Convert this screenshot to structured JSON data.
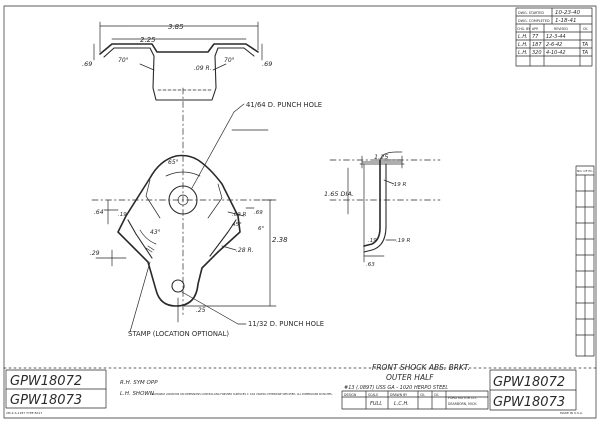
{
  "revision_block": {
    "headers": [
      "DWG. STARTED",
      "DWG. COMPLETED",
      "CHG. BY",
      "APP.",
      "REVISED",
      "CK."
    ],
    "started": "10-23-40",
    "completed": "1-18-41",
    "rows": [
      {
        "by": "L.H.",
        "app": "77",
        "revised": "12-3-44",
        "ck": ""
      },
      {
        "by": "L.H.",
        "app": "187",
        "revised": "2-6-42",
        "ck": "TA"
      },
      {
        "by": "L.H.",
        "app": "320",
        "revised": "4-10-42",
        "ck": "TA"
      }
    ]
  },
  "dims": {
    "overall_width": "3.85",
    "inner_width": "2.25",
    "left_height": ".69",
    "right_height": ".69",
    "angle_left": "70°",
    "angle_right": "70°",
    "radius_center": ".09 R.",
    "hole_top": "41/64 D. PUNCH HOLE",
    "angle_top": "65°",
    "dim_64": ".64",
    "dim_19": ".19",
    "dim_09r": ".09 R",
    "dim_69": ".69",
    "angle_45": "45°",
    "angle_6": "6°",
    "radius_28": ".28 R.",
    "angle_43": "43°",
    "height_238": "2.38",
    "dim_29": ".29",
    "dim_25": ".25",
    "hole_bottom": "11/32 D. PUNCH HOLE",
    "stamp": "STAMP (LOCATION OPTIONAL)",
    "side_width": "1.25",
    "side_dia": "1.65 DIA.",
    "side_r_top": ".19 R",
    "side_r_inner": ".19",
    "side_r_bottom": ".19 R",
    "side_bottom": ".63"
  },
  "title_block": {
    "part_title": "FRONT SHOCK ABS. BRKT.",
    "part_sub": "OUTER HALF",
    "material": "#13 (.0897) USS GA - 1020 HERPO STEEL",
    "headers": [
      "DESIGN",
      "SCALE",
      "DRAWN BY",
      "CK.",
      "CK."
    ],
    "scale": "FULL",
    "drawn_by": "L.C.H.",
    "company": "FORD MOTOR CO.",
    "company_sub": "DEARBORN, MICH.",
    "part_no_1": "GPW18072",
    "part_no_2": "GPW18073"
  },
  "notes": {
    "rh_note": "R.H. SYM OPP",
    "lh_note": "L.H. SHOWN",
    "fine_print": "ALLOWABLE VARIATION ON DIMENSIONS CONTROLLING FINISHED SURFACES ± 1/64 UNLESS OTHERWISE SPECIFIED. ALL DIMENSIONS IN INCHES.",
    "bottom_left_tag": "2M-2-S-1187 TYPE 8X17",
    "made_in": "MADE IN U.S.A.",
    "left_part_1": "GPW18072",
    "left_part_2": "GPW18073"
  },
  "right_strip": {
    "header": "NO. OF PC.",
    "rows": [
      "",
      "",
      "",
      "",
      "",
      "",
      "",
      "",
      "",
      "",
      ""
    ]
  }
}
